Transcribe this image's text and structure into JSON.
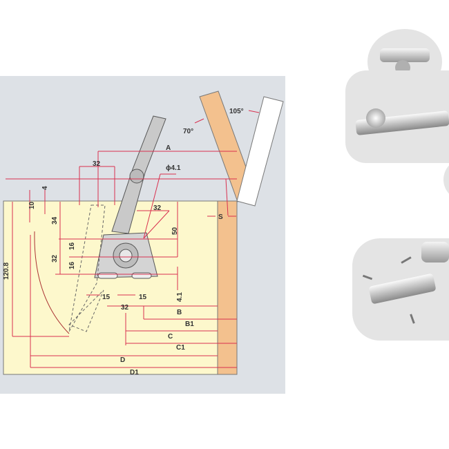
{
  "diagram": {
    "angles": {
      "open_max": "105°",
      "open_min": "70°"
    },
    "dimensions": {
      "A": "A",
      "B": "B",
      "B1": "B1",
      "C": "C",
      "C1": "C1",
      "D": "D",
      "D1": "D1",
      "S": "S",
      "top_32": "32",
      "hole": "ϕ4.1",
      "right_32": "32",
      "v50": "50",
      "v34": "34",
      "v16a": "16",
      "v16b": "16",
      "v32": "32",
      "v4_1": "4.1",
      "h15a": "15",
      "h15b": "15",
      "h32": "32",
      "v10": "10",
      "v4": "4",
      "height": "120.8"
    }
  },
  "colors": {
    "panel": "#dde1e6",
    "cabinet": "#fdf8cc",
    "lid": "#f3c18e",
    "dim": "#d9304f"
  }
}
